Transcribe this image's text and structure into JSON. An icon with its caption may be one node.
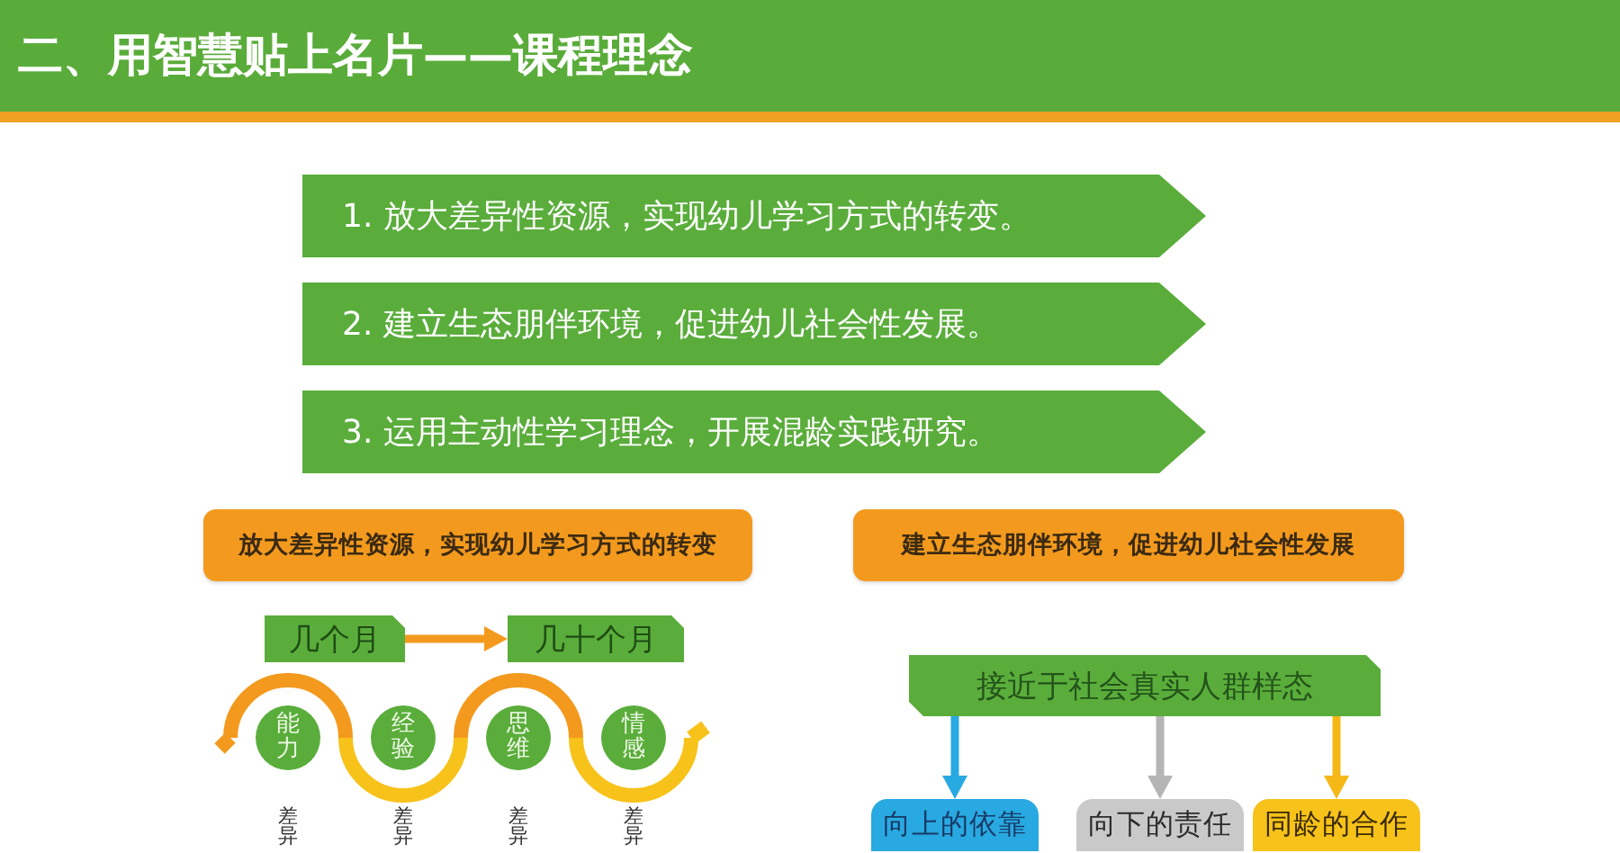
{
  "diagram": {
    "title": "二、用智慧贴上名片——课程理念",
    "nodes": [
      {
        "text": [
          "1. 放大差异性资源，实现幼儿学习方式的转变。"
        ]
      },
      {
        "text": [
          "2. 建立生态朋伴环境，促进幼儿社会性发展。"
        ]
      },
      {
        "text": [
          "3. 运用主动性学习理念，开展混龄实践研究。"
        ]
      },
      {
        "text": [
          "放大差异性资源，实现幼儿学习方式的转变"
        ]
      },
      {
        "text": [
          "建立生态朋伴环境，促进幼儿社会性发展"
        ]
      },
      {
        "text": [
          "几个月"
        ]
      },
      {
        "text": [
          "几十个月"
        ]
      },
      {
        "text": [
          "能力"
        ],
        "beside": [
          "差异"
        ]
      },
      {
        "text": [
          "经验"
        ],
        "beside": [
          "差异"
        ]
      },
      {
        "text": [
          "思维"
        ],
        "beside": [
          "差异"
        ]
      },
      {
        "text": [
          "情感"
        ],
        "beside": [
          "差异"
        ]
      },
      {
        "text": [
          "接近于社会真实人群样态"
        ]
      },
      {
        "text": [
          "向上的依靠"
        ]
      },
      {
        "text": [
          "向下的责任"
        ]
      },
      {
        "text": [
          "同龄的合作"
        ]
      }
    ],
    "edges": [
      {
        "from": 5,
        "to": 6,
        "arrow": "to",
        "color": "#f39a1e"
      },
      {
        "from": 11,
        "to": 12,
        "arrow": "to",
        "color": "#29a9e1"
      },
      {
        "from": 11,
        "to": 13,
        "arrow": "to",
        "color": "#b5b5b5"
      },
      {
        "from": 11,
        "to": 14,
        "arrow": "to",
        "color": "#f6b817"
      }
    ]
  }
}
